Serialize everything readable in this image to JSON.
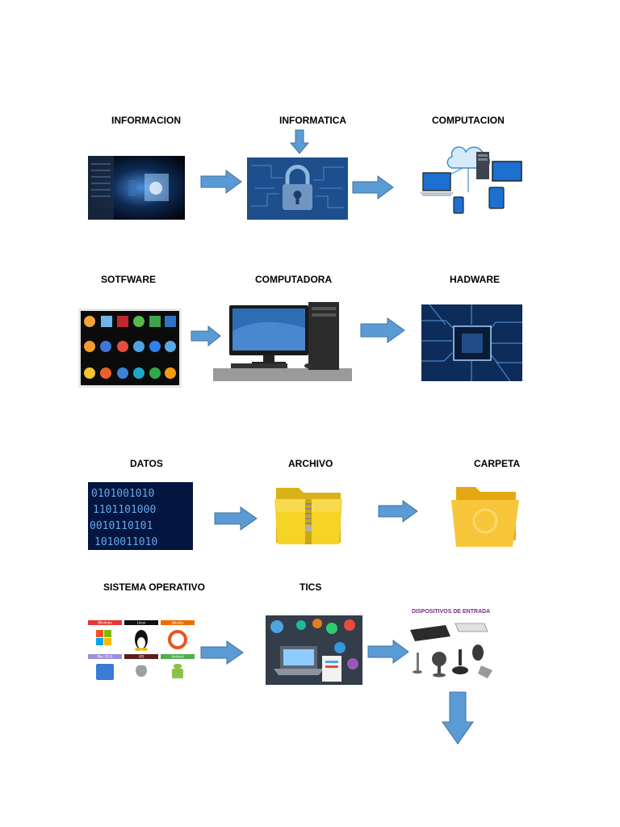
{
  "labels": {
    "informacion": "INFORMACION",
    "informatica": "INFORMATICA",
    "computacion": "COMPUTACION",
    "sotfware": "SOTFWARE",
    "computadora": "COMPUTADORA",
    "hadware": "HADWARE",
    "datos": "DATOS",
    "archivo": "ARCHIVO",
    "carpeta": "CARPETA",
    "sistema_operativo": "SISTEMA OPERATIVO",
    "tics": "TICS"
  },
  "tiles": {
    "dispositivos_caption": "DISPOSITIVOS DE ENTRADA",
    "binary_rows": [
      "0101001010",
      "1101101000",
      "0010110101",
      "1010011010"
    ],
    "os_tabs": [
      "Windows",
      "Linux",
      "Ubuntu",
      "Mac OS X",
      "iOS",
      "Android"
    ]
  },
  "colors": {
    "arrow_fill": "#5b9bd5",
    "arrow_stroke": "#41719c",
    "circuit_blue": "#1e4f8c",
    "folder_yellow": "#f5d327"
  }
}
